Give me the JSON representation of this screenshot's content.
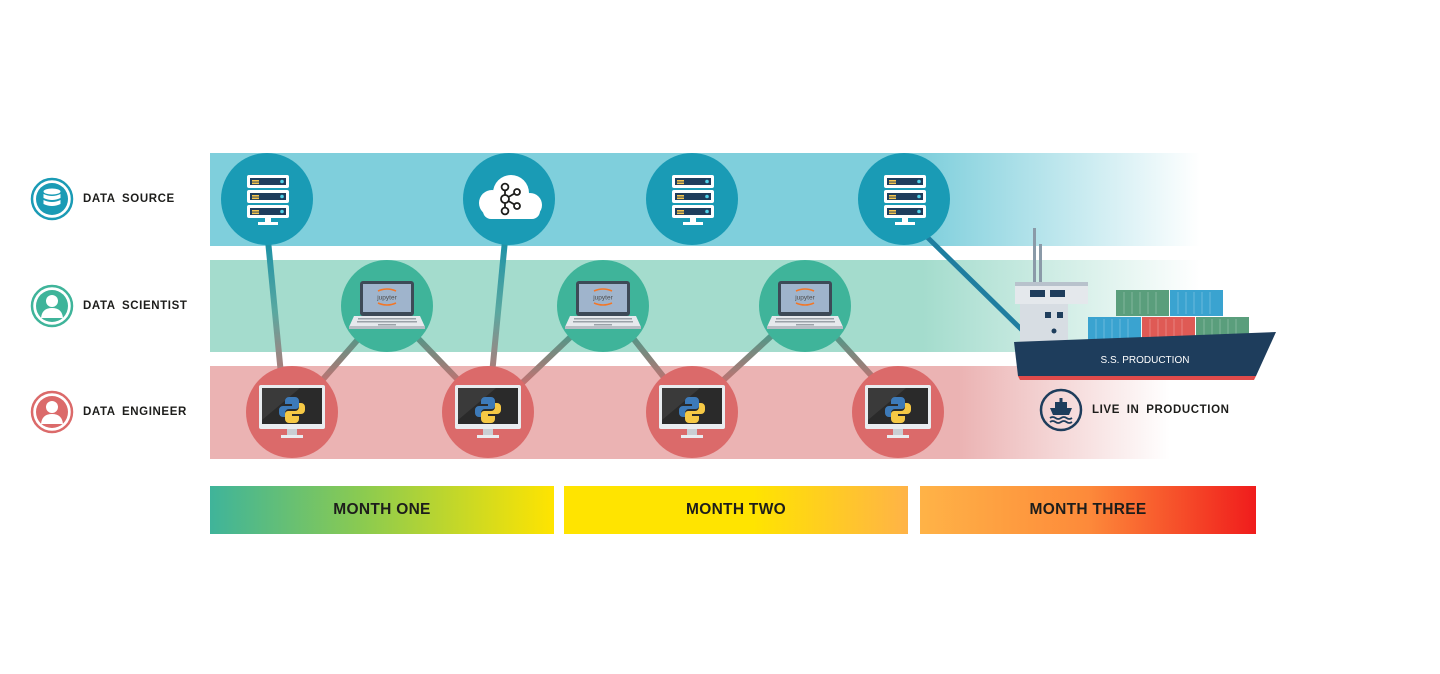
{
  "legend": {
    "data_source": {
      "label": "DATA SOURCE",
      "icon": "database-icon",
      "color": "#1a9bb5"
    },
    "data_scientist": {
      "label": "DATA SCIENTIST",
      "icon": "user-icon",
      "color": "#3fb49a"
    },
    "data_engineer": {
      "label": "DATA ENGINEER",
      "icon": "user-icon",
      "color": "#db6a6a"
    }
  },
  "lanes": {
    "source_color": "#7fcfdc",
    "scientist_color": "#a4dccd",
    "engineer_color": "#ebb3b3"
  },
  "nodes": {
    "source": [
      "server-icon",
      "kafka-cloud-icon",
      "server-icon",
      "server-icon"
    ],
    "scientist": [
      "jupyter-laptop-icon",
      "jupyter-laptop-icon",
      "jupyter-laptop-icon"
    ],
    "engineer": [
      "python-monitor-icon",
      "python-monitor-icon",
      "python-monitor-icon",
      "python-monitor-icon"
    ],
    "jupyter_text": "jupyter"
  },
  "ship": {
    "name": "S.S. PRODUCTION",
    "hull_color": "#1e3d5c"
  },
  "live": {
    "label": "LIVE IN PRODUCTION",
    "icon": "ship-icon"
  },
  "months": [
    {
      "label": "MONTH ONE"
    },
    {
      "label": "MONTH TWO"
    },
    {
      "label": "MONTH THREE"
    }
  ]
}
